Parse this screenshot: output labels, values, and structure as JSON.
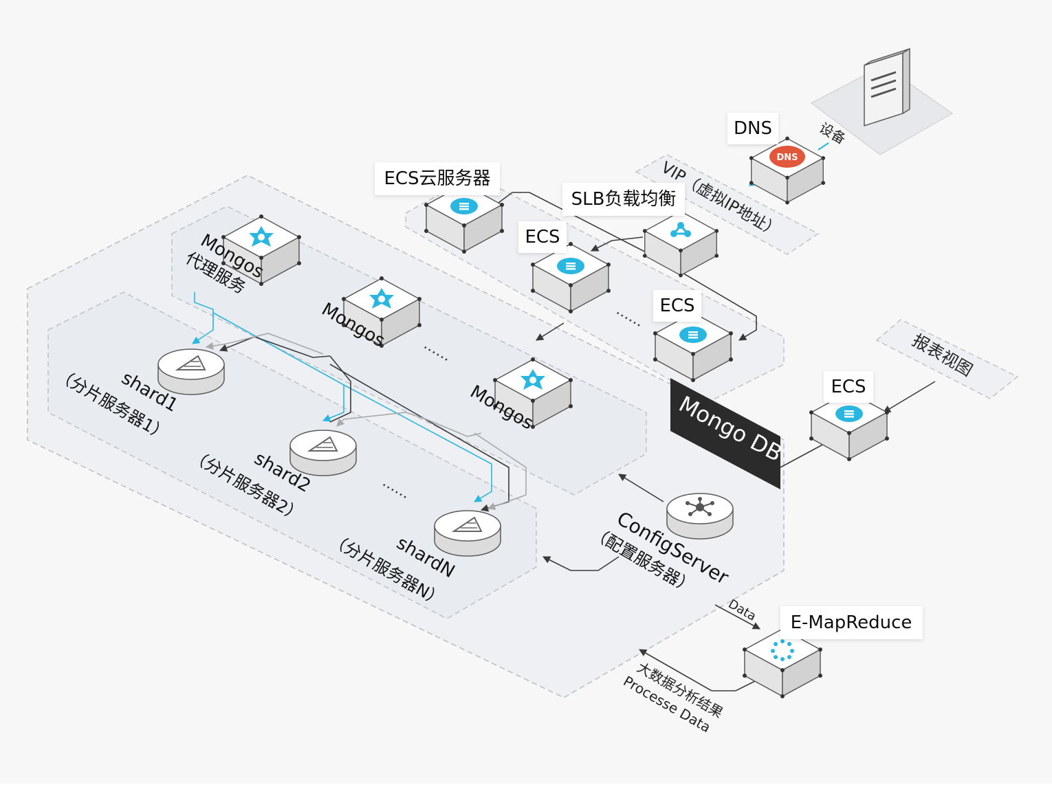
{
  "colors": {
    "background": "#f7f7f7",
    "zone_fill": "#eef0f3",
    "zone_border": "#b9bcc2",
    "accent_cyan": "#29b6e0",
    "dns_red": "#e2563b",
    "dark_line": "#3a3a3a",
    "gray_line": "#a9a9a9",
    "mongodb_banner": "#2b2b2b"
  },
  "labels": {
    "dns": "DNS",
    "device": "设备",
    "vip": "VIP（虚拟IP地址）",
    "ecs_cloud": "ECS云服务器",
    "slb": "SLB负载均衡",
    "ecs_a": "ECS",
    "ecs_b": "ECS",
    "ecs_dots": "......",
    "ecs_report": "ECS",
    "report_view": "报表视图",
    "mongodb": "Mongo DB",
    "mongos_proxy_1": "Mongos",
    "mongos_proxy_2": "代理服务",
    "mongos_2": "Mongos",
    "mongos_dots": "......",
    "mongos_3": "Mongos",
    "shard1_name": "shard1",
    "shard1_desc": "（分片服务器1）",
    "shard2_name": "shard2",
    "shard2_desc": "（分片服务器2）",
    "shard_dots": "......",
    "shardN_name": "shardN",
    "shardN_desc": "（分片服务器N）",
    "config_name": "ConfigServer",
    "config_desc": "（配置服务器）",
    "data_label": "Data",
    "emr": "E-MapReduce",
    "result_cn": "大数据分析结果",
    "result_en": "Processe Data"
  },
  "icons": {
    "dns_icon": "dns-badge-icon",
    "server_rack_icon": "server-rack-icon",
    "cloud_icon": "ecs-cloud-icon",
    "slb_icon": "slb-network-icon",
    "mongos_icon": "mongos-star-icon",
    "shard_icon": "shard-pyramid-icon",
    "config_icon": "config-hub-icon",
    "emr_icon": "emr-dots-icon"
  }
}
